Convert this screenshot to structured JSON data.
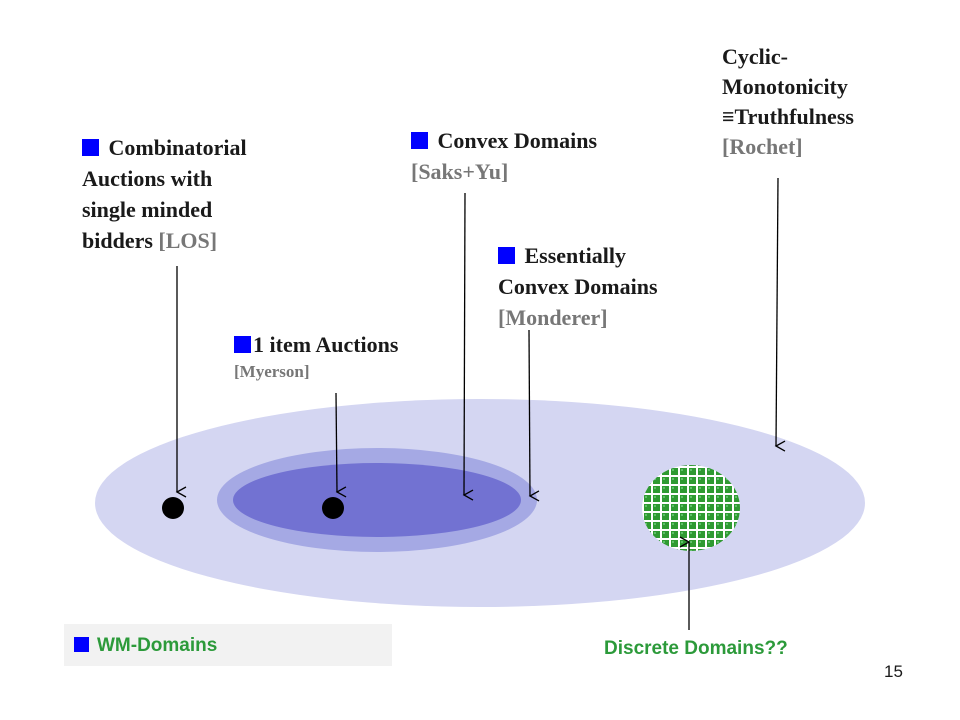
{
  "labels": {
    "combinatorial": {
      "line1": "Combinatorial",
      "line2": "Auctions with",
      "line3": "single minded",
      "line4": "bidders",
      "cite": "[LOS]"
    },
    "convex": {
      "title": "Convex Domains",
      "cite": "[Saks+Yu]"
    },
    "essentially_convex": {
      "line1": "Essentially",
      "line2": "Convex Domains",
      "cite": "[Monderer]"
    },
    "one_item": {
      "title": "1 item Auctions",
      "cite": "[Myerson]"
    },
    "cyclic": {
      "line1": "Cyclic-",
      "line2": "Monotonicity",
      "symbol": "≡",
      "line3": "Truthfulness",
      "cite": "[Rochet]"
    },
    "discrete": "Discrete Domains??",
    "wm_domains": "WM-Domains"
  },
  "page_number": "15",
  "colors": {
    "outer_ellipse": "#d4d6f2",
    "middle_ellipse": "#a5a9e4",
    "inner_ellipse": "#7272d2",
    "bullet": "#0000ff",
    "citation": "#777777",
    "green_text": "#2c9a3a",
    "grid_fill": "#2f9a32"
  },
  "icons": {
    "bullet": "blue-square-bullet",
    "point": "black-dot",
    "discrete": "green-grid-ellipse"
  }
}
